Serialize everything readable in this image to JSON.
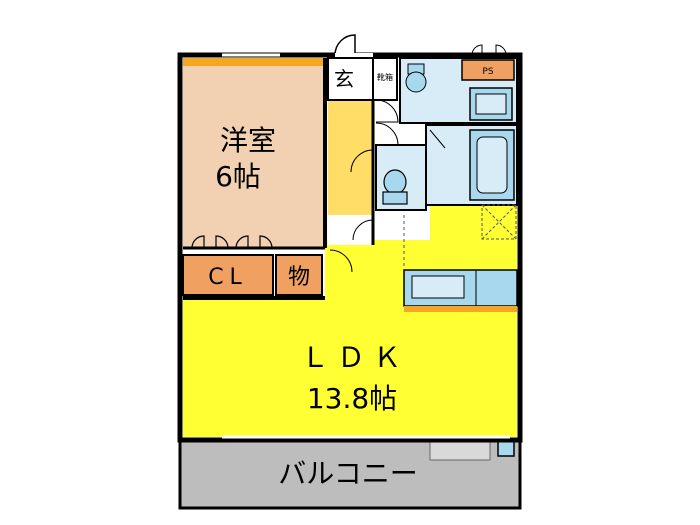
{
  "rooms": {
    "western_room": {
      "name": "洋室",
      "size": "6帖"
    },
    "closet": "CL",
    "storage": "物",
    "entrance": "玄",
    "shoe_box": "靴箱",
    "ldk": {
      "name": "ＬＤＫ",
      "size": "13.8帖"
    },
    "balcony": "バルコニー",
    "pipe_space": "PS"
  },
  "colors": {
    "western_room": "#f2d1b3",
    "ldk": "#ffff33",
    "hall": "#ffdd66",
    "closet": "#f0a060",
    "wet_area": "#d8ecf8",
    "fixture": "#a8d8ee",
    "balcony": "#bdbdbd",
    "wall": "#000000",
    "accent": "#f5a623"
  }
}
